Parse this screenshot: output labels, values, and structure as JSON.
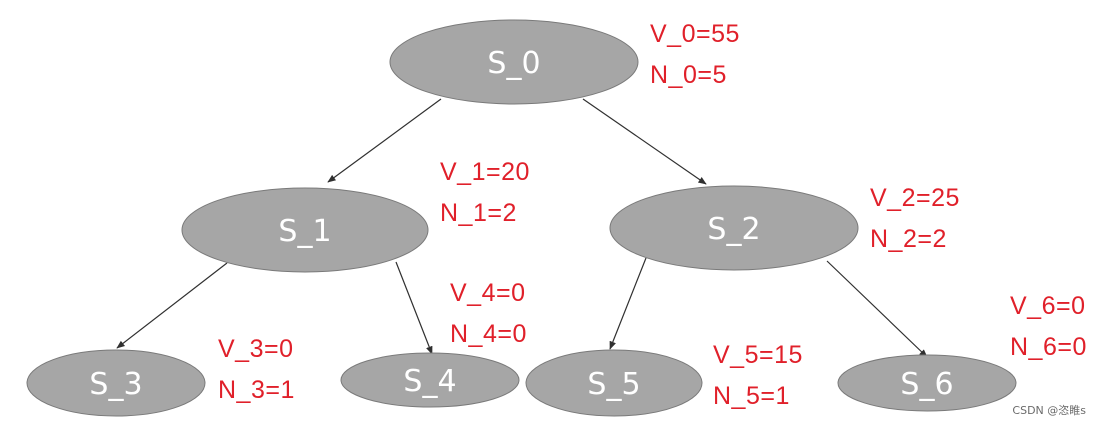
{
  "tree": {
    "nodes": [
      {
        "id": "S_0",
        "label": "S_0",
        "value_text": "V_0=55",
        "count_text": "N_0=5"
      },
      {
        "id": "S_1",
        "label": "S_1",
        "value_text": "V_1=20",
        "count_text": "N_1=2"
      },
      {
        "id": "S_2",
        "label": "S_2",
        "value_text": "V_2=25",
        "count_text": "N_2=2"
      },
      {
        "id": "S_3",
        "label": "S_3",
        "value_text": "V_3=0",
        "count_text": "N_3=1"
      },
      {
        "id": "S_4",
        "label": "S_4",
        "value_text": "V_4=0",
        "count_text": "N_4=0"
      },
      {
        "id": "S_5",
        "label": "S_5",
        "value_text": "V_5=15",
        "count_text": "N_5=1"
      },
      {
        "id": "S_6",
        "label": "S_6",
        "value_text": "V_6=0",
        "count_text": "N_6=0"
      }
    ],
    "edges": [
      {
        "from": "S_0",
        "to": "S_1"
      },
      {
        "from": "S_0",
        "to": "S_2"
      },
      {
        "from": "S_1",
        "to": "S_3"
      },
      {
        "from": "S_1",
        "to": "S_4"
      },
      {
        "from": "S_2",
        "to": "S_5"
      },
      {
        "from": "S_2",
        "to": "S_6"
      }
    ],
    "colors": {
      "node_fill": "#a6a6a6",
      "node_text": "#ffffff",
      "stat_text": "#e0202a",
      "edge": "#303030"
    }
  },
  "watermark": "CSDN @恣睢s"
}
